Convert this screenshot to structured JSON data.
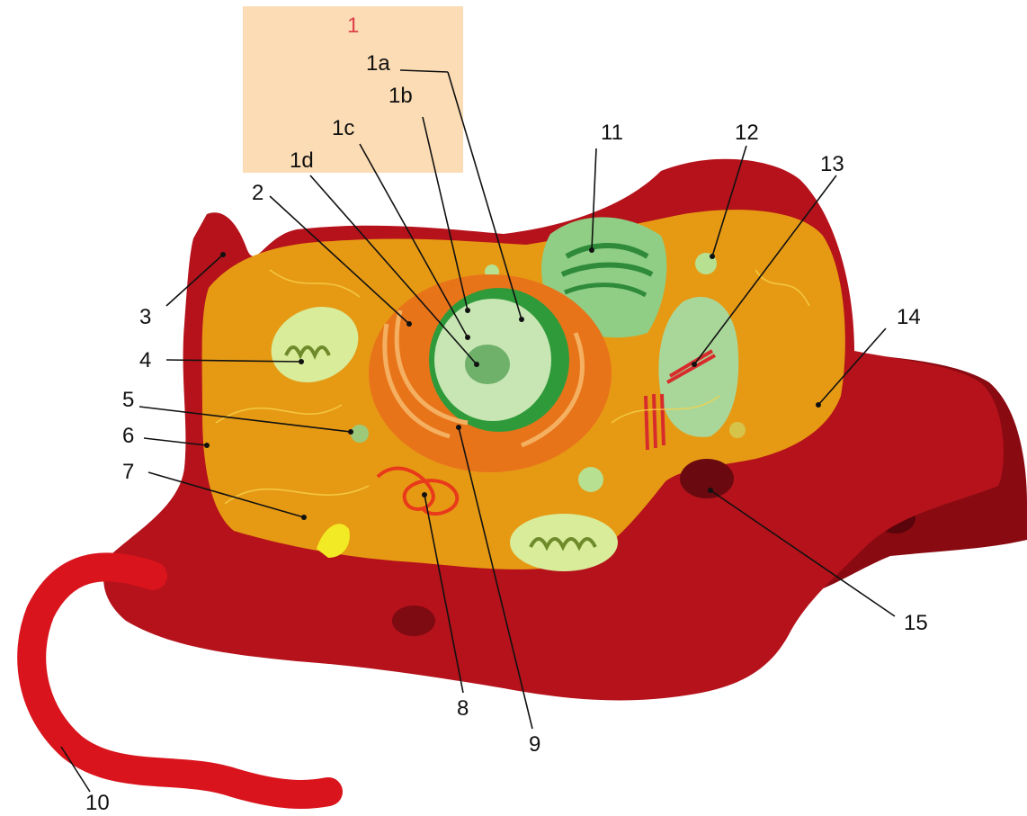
{
  "legend": {
    "title": "1",
    "labels": [
      "1a",
      "1b",
      "1c",
      "1d"
    ]
  },
  "labels": {
    "n2": "2",
    "n3": "3",
    "n4": "4",
    "n5": "5",
    "n6": "6",
    "n7": "7",
    "n8": "8",
    "n9": "9",
    "n10": "10",
    "n11": "11",
    "n12": "12",
    "n13": "13",
    "n14": "14",
    "n15": "15"
  },
  "colors": {
    "legend_box": "#fbdcb4",
    "legend_title": "#e0404a",
    "cell_membrane": "#b5121b",
    "cell_shadow": "#8a0a12",
    "cytoplasm": "#e69a14",
    "nucleus_outer": "#e8741a",
    "nucleolus_ring": "#2f9a3a",
    "nucleoplasm": "#c7e6b4",
    "golgi": "#8fce84",
    "mitochondria": "#d8ec9a",
    "flagellum": "#e21b1b"
  }
}
